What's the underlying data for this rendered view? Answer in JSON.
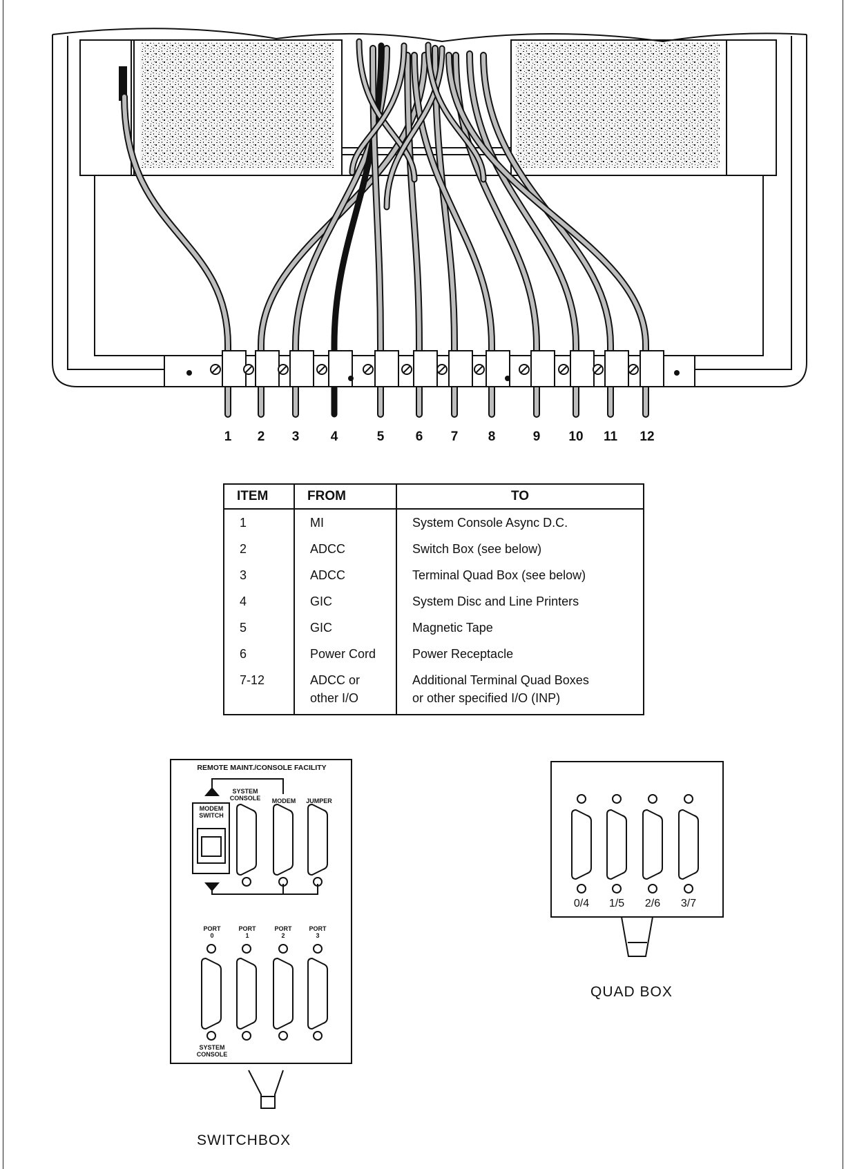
{
  "cable_numbers": [
    "1",
    "2",
    "3",
    "4",
    "5",
    "6",
    "7",
    "8",
    "9",
    "10",
    "11",
    "12"
  ],
  "table": {
    "headers": {
      "item": "ITEM",
      "from": "FROM",
      "to": "TO"
    },
    "rows": [
      {
        "item": "1",
        "from": "MI",
        "to": "System Console Async D.C."
      },
      {
        "item": "2",
        "from": "ADCC",
        "to": "Switch Box (see below)"
      },
      {
        "item": "3",
        "from": "ADCC",
        "to": "Terminal Quad Box (see below)"
      },
      {
        "item": "4",
        "from": "GIC",
        "to": "System Disc and Line Printers"
      },
      {
        "item": "5",
        "from": "GIC",
        "to": "Magnetic Tape"
      },
      {
        "item": "6",
        "from": "Power Cord",
        "to": "Power Receptacle"
      },
      {
        "item": "7-12",
        "from": "ADCC or\nother I/O",
        "to": "Additional Terminal Quad Boxes\nor other specified I/O (INP)"
      }
    ]
  },
  "switchbox": {
    "panel_title": "REMOTE MAINT./CONSOLE FACILITY",
    "modem_switch": "MODEM\nSWITCH",
    "system_console_top": "SYSTEM\nCONSOLE",
    "modem": "MODEM",
    "jumper": "JUMPER",
    "ports": [
      "PORT\n0",
      "PORT\n1",
      "PORT\n2",
      "PORT\n3"
    ],
    "system_console_bottom": "SYSTEM\nCONSOLE",
    "caption": "SWITCHBOX"
  },
  "quadbox": {
    "ports": [
      "0/4",
      "1/5",
      "2/6",
      "3/7"
    ],
    "caption": "QUAD BOX"
  }
}
